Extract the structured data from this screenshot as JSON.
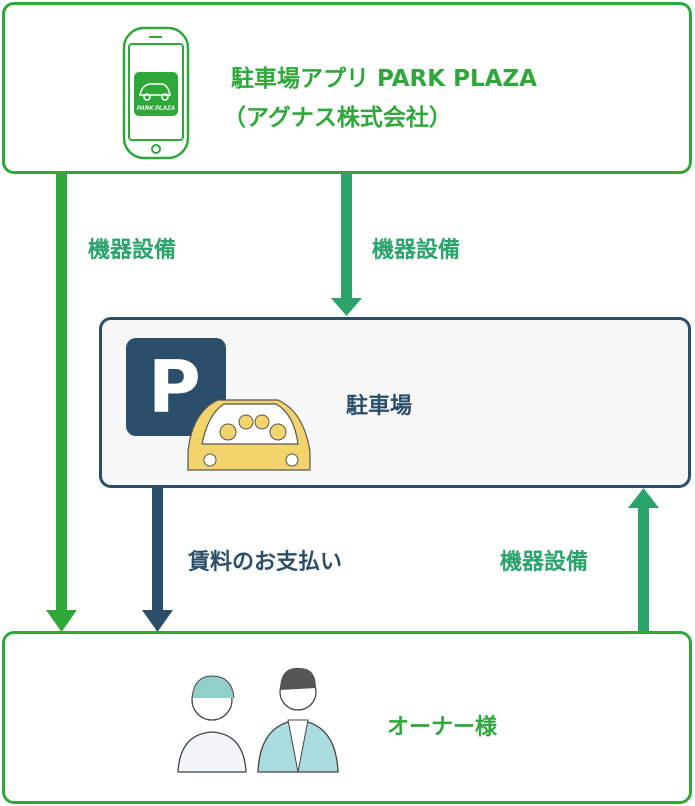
{
  "app_box": {
    "title_line1": "駐車場アプリ PARK PLAZA",
    "title_line2": "（アグナス株式会社）",
    "app_icon_text": "PARK PLAZA"
  },
  "parking_box": {
    "title": "駐車場",
    "sign_letter": "P"
  },
  "owner_box": {
    "title": "オーナー様"
  },
  "arrows": {
    "app_to_owner": "機器設備",
    "app_to_parking": "機器設備",
    "parking_to_owner": "賃料のお支払い",
    "owner_to_parking": "機器設備"
  },
  "colors": {
    "green": "#2fa83a",
    "teal": "#2ba46b",
    "navy": "#2b4f6b"
  }
}
